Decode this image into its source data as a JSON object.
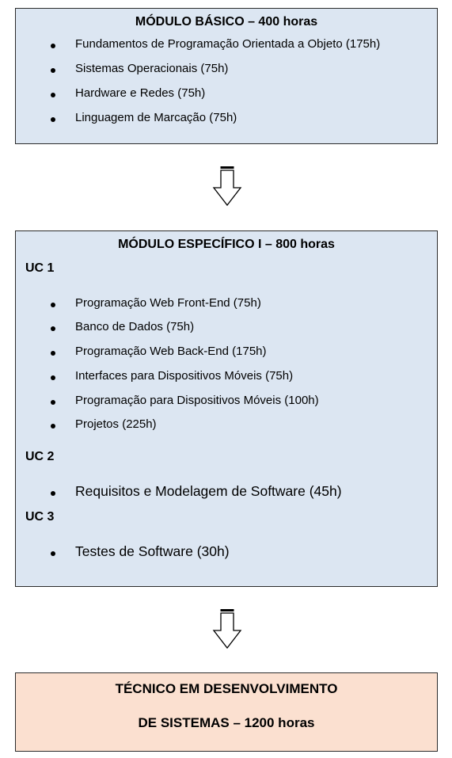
{
  "basic": {
    "title": "MÓDULO BÁSICO – 400 horas",
    "items": [
      "Fundamentos de Programação Orientada a Objeto (175h)",
      "Sistemas Operacionais (75h)",
      "Hardware e Redes (75h)",
      "Linguagem de Marcação (75h)"
    ]
  },
  "specific": {
    "title": "MÓDULO ESPECÍFICO I – 800 horas",
    "uc1": {
      "label": "UC 1",
      "items": [
        "Programação Web Front-End (75h)",
        "Banco de Dados (75h)",
        "Programação Web Back-End (175h)",
        "Interfaces para Dispositivos Móveis (75h)",
        "Programação para Dispositivos Móveis (100h)",
        "Projetos (225h)"
      ]
    },
    "uc2": {
      "label": "UC 2",
      "items": [
        "Requisitos e Modelagem de Software (45h)"
      ]
    },
    "uc3": {
      "label": "UC 3",
      "items": [
        "Testes de Software (30h)"
      ]
    }
  },
  "final": {
    "line1": "TÉCNICO EM DESENVOLVIMENTO",
    "line2": "DE SISTEMAS – 1200 horas"
  },
  "colors": {
    "module_fill": "#dce6f2",
    "final_fill": "#fbe0d0",
    "border": "#2b2b2b"
  },
  "icons": {
    "connector": "down-arrow-icon"
  }
}
